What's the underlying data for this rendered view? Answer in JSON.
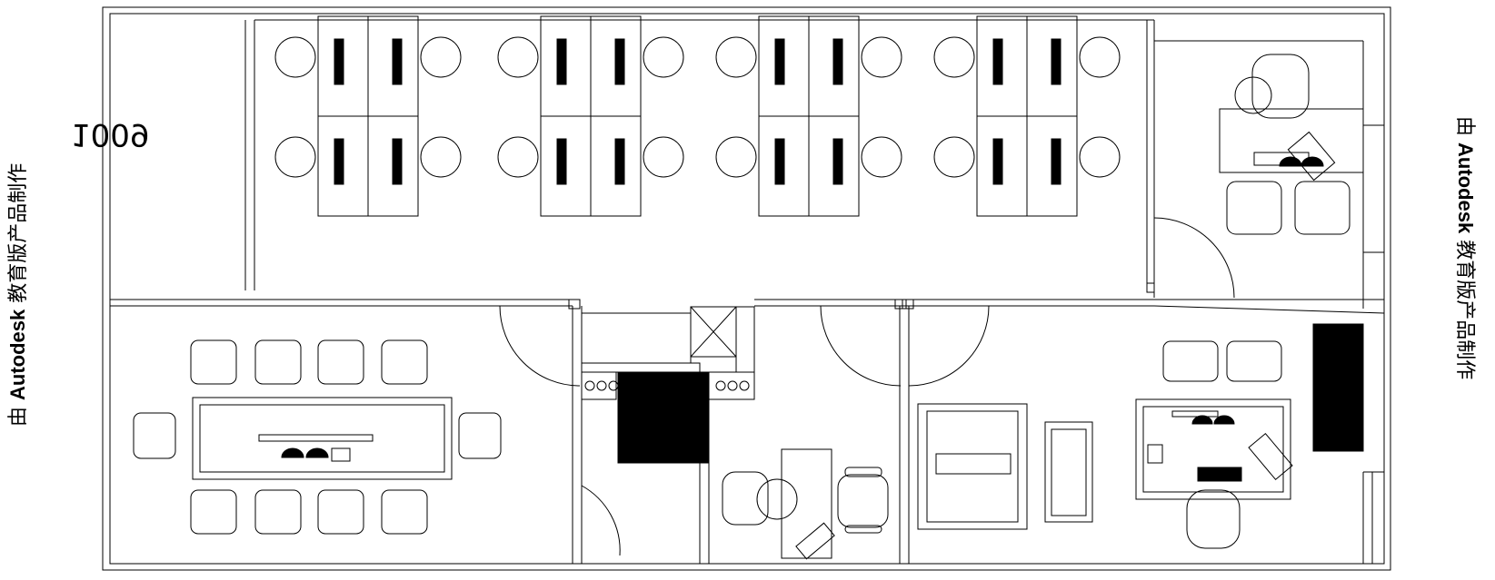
{
  "watermark": {
    "prefix": "由",
    "brand": "Autodesk",
    "suffix": "教育版产品制作"
  },
  "room_number": "1009",
  "colors": {
    "line": "#000000",
    "fill": "#000000",
    "background": "#ffffff"
  }
}
